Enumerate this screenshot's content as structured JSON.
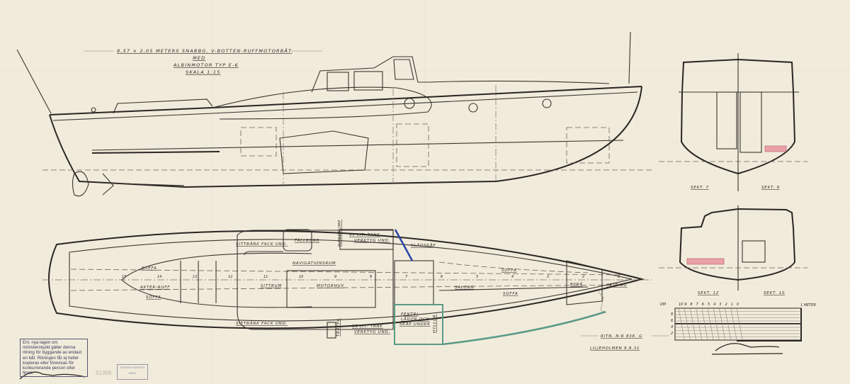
{
  "title": {
    "line1": "9,57 × 2,05 METERS SNABBG. V-BOTTEN-RUFFMOTORBÅT",
    "line2": "MED",
    "line3": "ALBINMOTOR TYP E-6",
    "line4": "SKALA 1:15"
  },
  "plan_labels": {
    "sittbank_fore": "SITTBÅNK FACK UND.",
    "sittbank_aft": "SITTBÅNK FACK UND.",
    "fallbord": "FÄLLBORD",
    "navigationsrum": "NAVIGATIONSRUM",
    "soffa_aft_top": "SOFFA",
    "akterruff": "AKTER-RUFF",
    "soffa_aft_bottom": "SOFFA",
    "sittrum": "SITTRUM",
    "motorhuv": "MOTORHUV",
    "tank_top": "95 LIT. TANK",
    "tank_top_sub": "VERKTYG UND.",
    "tank_bottom": "95 LIT. TANK",
    "tank_bottom_sub": "VERKTYG UND.",
    "handpump": "HANDPUMP",
    "trappa": "TRAPPA",
    "kladskap": "KLÄDSKÅP",
    "soffa_fwd_top": "SOFFA",
    "salong": "SALONG",
    "soffa_fwd_bottom": "SOFFA",
    "byra": "BYRÅ",
    "ketting": "KETTING",
    "pentry1": "PENTRI",
    "pentry2": "LÅDOR OCH",
    "pentry3": "SKÅP UNDER",
    "hyllor": "HYLLOR"
  },
  "frame_numbers": [
    "15",
    "14",
    "13",
    "12",
    "11",
    "10",
    "9",
    "8",
    "7",
    "6",
    "5",
    "4",
    "3",
    "2",
    "1"
  ],
  "sections": {
    "s7": "SEKT. 7",
    "s9": "SEKT. 9",
    "s12": "SEKT. 12",
    "s10": "SEKT. 10"
  },
  "drawing_no": "RITN. N:R 838. G",
  "place_date": "LILJEHOLMEN 9.8.31",
  "scale_bar": {
    "left_unit": "DM",
    "ticks": [
      "10",
      "9",
      "8",
      "7",
      "6",
      "5",
      "4",
      "3",
      "2",
      "1",
      "0"
    ],
    "right_label": "1 METER",
    "vertical": [
      "8",
      "6",
      "4",
      "2"
    ]
  },
  "stamp_text": "Enl. nya lagen om mönsterskydd gäller denna ritning för byggande av endast en båt. Ritningen får ej heller kopieras eller förevisas för konkurrerande person eller firma.",
  "archive_number": "51368",
  "museum_stamp": "TEKNISKA MUSEETS ARKIV",
  "signature": "Petersson",
  "colors": {
    "paper": "#f1ebdb",
    "ink": "#2a2622",
    "teal": "#5a9a86",
    "blue": "#2a44a8",
    "red": "#e08a90"
  }
}
